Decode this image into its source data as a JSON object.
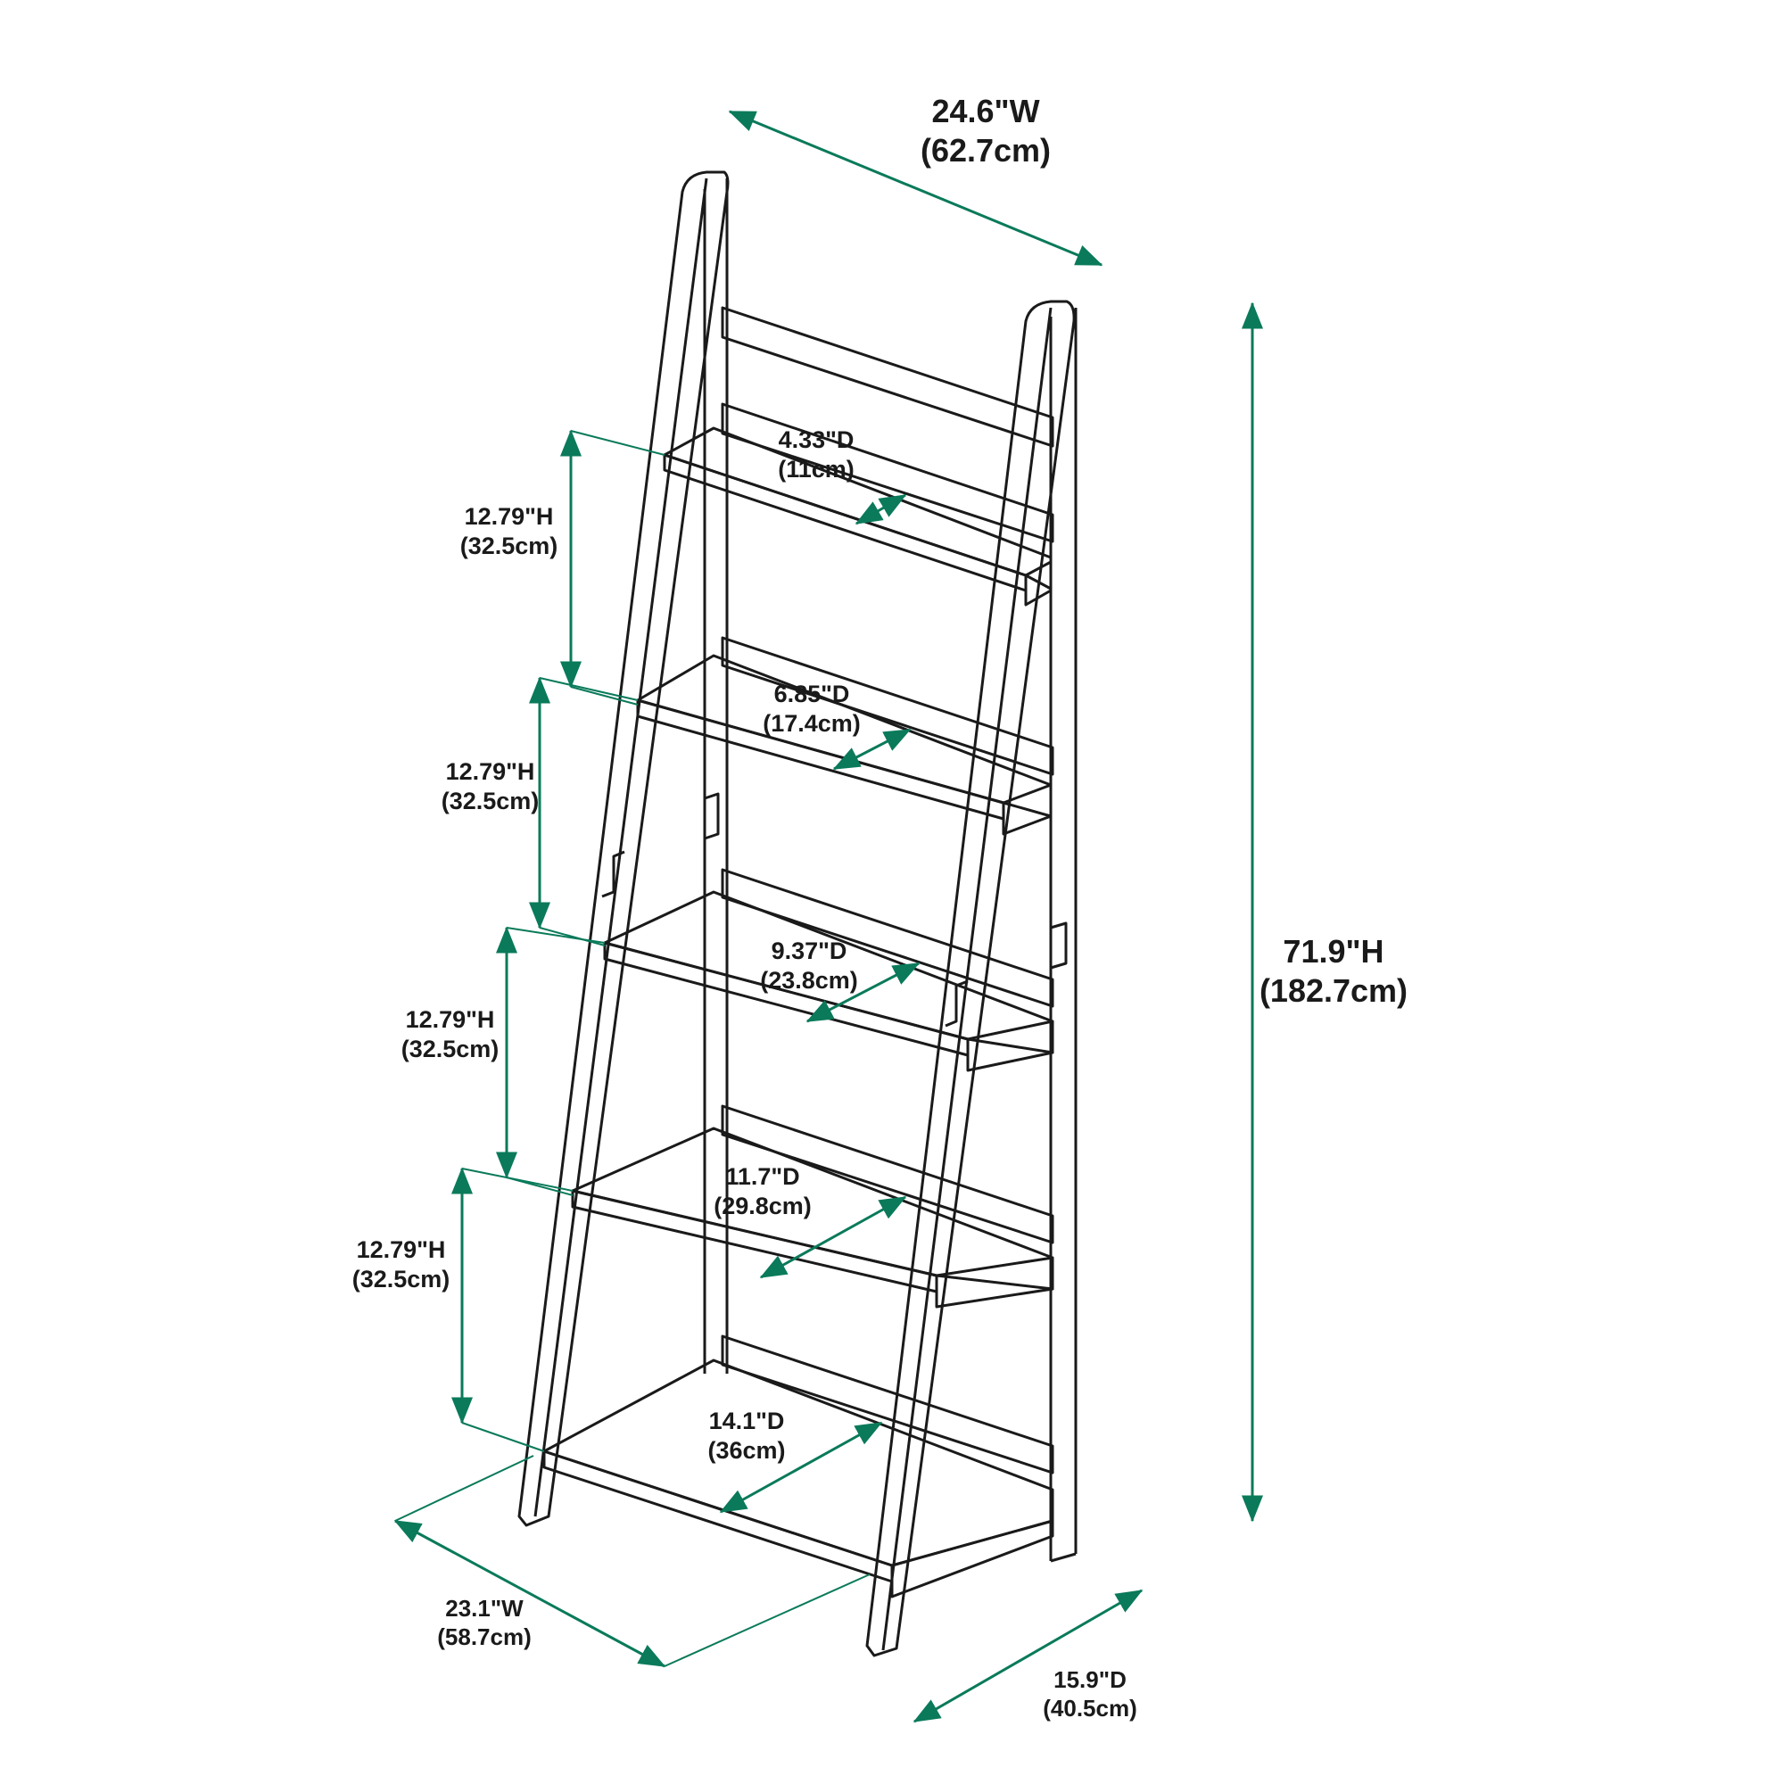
{
  "diagram": {
    "subject": "5-tier ladder bookshelf dimension drawing",
    "accent_color": "#0a7a5a",
    "line_color": "#1a1a1a",
    "background": "#ffffff",
    "overall": {
      "width": {
        "imperial": "24.6\"W",
        "metric": "(62.7cm)"
      },
      "height": {
        "imperial": "71.9\"H",
        "metric": "(182.7cm)"
      },
      "base_width": {
        "imperial": "23.1\"W",
        "metric": "(58.7cm)"
      },
      "base_depth": {
        "imperial": "15.9\"D",
        "metric": "(40.5cm)"
      }
    },
    "shelves": [
      {
        "depth": {
          "imperial": "4.33\"D",
          "metric": "(11cm)"
        },
        "spacing": {
          "imperial": "12.79\"H",
          "metric": "(32.5cm)"
        }
      },
      {
        "depth": {
          "imperial": "6.85\"D",
          "metric": "(17.4cm)"
        },
        "spacing": {
          "imperial": "12.79\"H",
          "metric": "(32.5cm)"
        }
      },
      {
        "depth": {
          "imperial": "9.37\"D",
          "metric": "(23.8cm)"
        },
        "spacing": {
          "imperial": "12.79\"H",
          "metric": "(32.5cm)"
        }
      },
      {
        "depth": {
          "imperial": "11.7\"D",
          "metric": "(29.8cm)"
        },
        "spacing": {
          "imperial": "12.79\"H",
          "metric": "(32.5cm)"
        }
      },
      {
        "depth": {
          "imperial": "14.1\"D",
          "metric": "(36cm)"
        }
      }
    ]
  }
}
